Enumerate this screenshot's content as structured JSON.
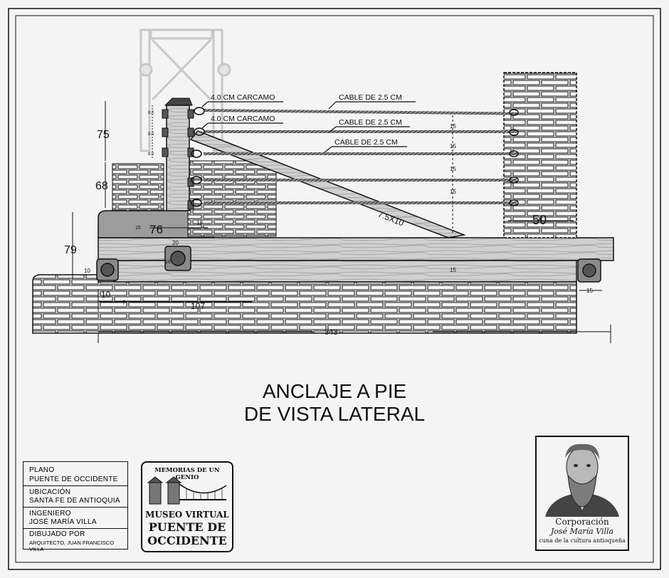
{
  "drawing": {
    "cable_labels": [
      "4.0 CM  CARCAMO",
      "4.0 CM  CARCAMO",
      "CABLE DE 2.5 CM",
      "CABLE DE 2.5 CM",
      "CABLE DE 2.5 CM"
    ],
    "beam_label": "7.5X10",
    "dimensions": {
      "d75": "75",
      "d68": "68",
      "d79": "79",
      "d76": "76",
      "d50": "50",
      "d343": "343",
      "d107": "107",
      "d10": "10",
      "d10b": "10",
      "d20": "20",
      "d18": "18",
      "d15_base": "15",
      "d15_right": "15",
      "d15_beam": "15",
      "d16": "16",
      "d7": "7",
      "spacing": [
        "15",
        "15",
        "15",
        "15"
      ],
      "post_spacing": [
        "8.0",
        "8.0",
        "8.0"
      ]
    }
  },
  "title": {
    "line1": "ANCLAJE A PIE",
    "line2": "DE VISTA LATERAL"
  },
  "title_block": {
    "plano_key": "PLANO",
    "plano_val": "PUENTE DE  OCCIDENTE",
    "ubicacion_key": "UBICACIÓN",
    "ubicacion_val": "SANTA FE DE ANTIOQUIA",
    "ingeniero_key": "INGENIERO",
    "ingeniero_val": "JOSÉ MARÍA VILLA",
    "dibujado_key": "DIBUJADO POR",
    "dibujado_val": "ARQUITECTO, JUAN FRANCISCO VILLA"
  },
  "logo": {
    "top": "MEMORIAS DE UN GENIO",
    "line1": "MUSEO VIRTUAL",
    "line2": "PUENTE DE",
    "line3": "OCCIDENTE"
  },
  "corporation": {
    "name": "Corporación",
    "person": "José María Villa",
    "tagline": "cuna de la cultura antioqueña"
  }
}
